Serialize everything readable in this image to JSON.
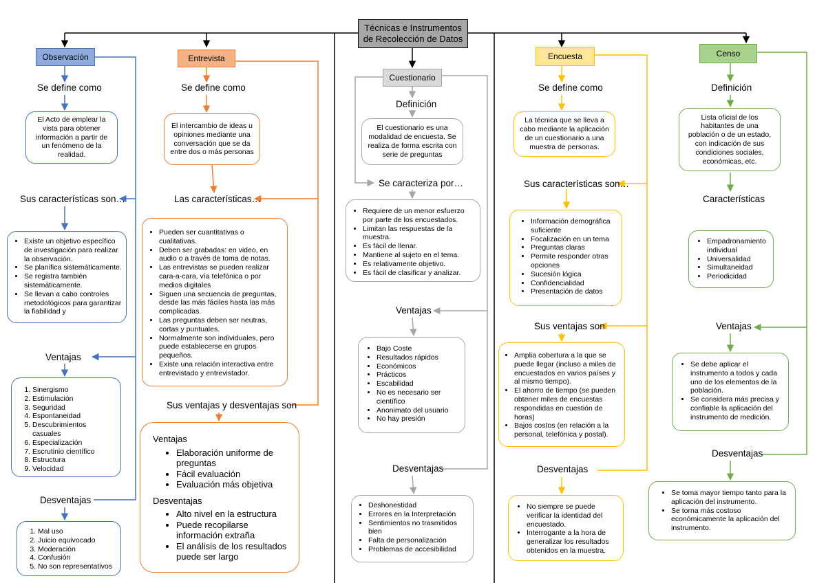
{
  "title": "Técnicas e Instrumentos de Recolección de Datos",
  "colors": {
    "blue": "#4472c4",
    "orange": "#ed7d31",
    "gray": "#a6a6a6",
    "yellow": "#ffc000",
    "green": "#70ad47"
  },
  "observacion": {
    "header": "Observación",
    "define_label": "Se define como",
    "definition": "El Acto de emplear la vista para obtener información a partir de un fenómeno de la realidad.",
    "char_label": "Sus características son…",
    "characteristics": [
      "Existe un objetivo específico de investigación para realizar la observación.",
      "Se planifica sistemáticamente.",
      "Se registra también sistemáticamente.",
      "Se llevan a cabo controles metodológicos para garantizar la fiabilidad y"
    ],
    "adv_label": "Ventajas",
    "advantages": [
      "Sinergismo",
      "Estimulación",
      "Seguridad",
      "Espontaneidad",
      "Descubrimientos casuales",
      "Especialización",
      "Escrutinio científico",
      "Estructura",
      "Velocidad"
    ],
    "dis_label": "Desventajas",
    "disadvantages": [
      "Mal uso",
      "Juicio equivocado",
      "Moderación",
      "Confusión",
      "No son representativos"
    ]
  },
  "entrevista": {
    "header": "Entrevista",
    "define_label": "Se define como",
    "definition": "El intercambio de ideas u opiniones mediante una conversación que se da entre dos o más personas",
    "char_label": "Las características…",
    "characteristics": [
      "Pueden ser cuantitativas o cualitativas.",
      "Deben ser grabadas: en video, en audio o a través de toma de notas.",
      "Las entrevistas se pueden realizar cara-a-cara, vía telefónica o por medios digitales",
      "Siguen una secuencia de preguntas, desde las más fáciles hasta las más complicadas.",
      "Las preguntas deben ser neutras, cortas y puntuales.",
      "Normalmente son individuales, pero puede establecerse en grupos pequeños.",
      "Existe una relación interactiva entre entrevistado y entrevistador."
    ],
    "vd_label": "Sus ventajas y desventajas son",
    "adv_title": "Ventajas",
    "advantages": [
      "Elaboración uniforme de preguntas",
      "Fácil evaluación",
      "Evaluación más objetiva"
    ],
    "dis_title": "Desventajas",
    "disadvantages": [
      "Alto nivel en la estructura",
      "Puede recopilarse información extraña",
      "El análisis de los resultados puede ser largo"
    ]
  },
  "cuestionario": {
    "header": "Cuestionario",
    "def_label": "Definición",
    "definition": "El cuestionario es una modalidad de encuesta. Se realiza de forma escrita con serie de preguntas",
    "char_label": "Se caracteriza por…",
    "characteristics": [
      "Requiere de un menor esfuerzo por parte de los encuestados.",
      "Limitan las respuestas de la muestra.",
      "Es fácil de llenar.",
      "Mantiene al sujeto en el tema.",
      "Es relativamente objetivo.",
      "Es fácil de clasificar y analizar."
    ],
    "adv_label": "Ventajas",
    "advantages": [
      "Bajo Coste",
      "Resultados rápidos",
      "Económicos",
      "Prácticos",
      "Escabilidad",
      "No es necesario ser científico",
      "Anonimato del usuario",
      "No hay presión"
    ],
    "dis_label": "Desventajas",
    "disadvantages": [
      "Deshonestidad",
      "Errores en la Interpretación",
      "Sentimientos no trasmitidos bien",
      "Falta de personalización",
      "Problemas de accesibilidad"
    ]
  },
  "encuesta": {
    "header": "Encuesta",
    "define_label": "Se define como",
    "definition": "La técnica que se lleva a cabo mediante la aplicación de un cuestionario a una muestra de personas.",
    "char_label": "Sus características son…",
    "characteristics": [
      "Información demográfica suficiente",
      "Focalización en un tema",
      "Preguntas claras",
      "Permite responder otras opciones",
      "Sucesión lógica",
      "Confidencialidad",
      "Presentación de datos"
    ],
    "adv_label": "Sus ventajas son",
    "advantages": [
      "Amplia cobertura a la que se puede llegar (incluso a miles de encuestados en varios países y al mismo tiempo).",
      "El ahorro de tiempo (se pueden obtener miles de encuestas respondidas en cuestión de horas)",
      "Bajos costos (en relación a la personal, telefónica y postal)."
    ],
    "dis_label": "Desventajas",
    "disadvantages": [
      "No siempre se puede verificar la identidad del encuestado.",
      "Interrogante a la hora de generalizar los resultados obtenidos en la muestra."
    ]
  },
  "censo": {
    "header": "Censo",
    "def_label": "Definición",
    "definition": "Lista oficial de los habitantes de una población o de un estado, con indicación de sus condiciones sociales, económicas, etc.",
    "char_label": "Características",
    "characteristics": [
      "Empadronamiento individual",
      "Universalidad",
      "Simultaneidad",
      "Periodicidad"
    ],
    "adv_label": "Ventajas",
    "advantages": [
      "Se debe aplicar el instrumento a todos y cada uno de los elementos de la población.",
      "Se considera más precisa y confiable la aplicación del instrumento de medición."
    ],
    "dis_label": "Desventajas",
    "disadvantages": [
      "Se toma mayor tiempo tanto para la aplicación del instrumento.",
      "Se torna más costoso económicamente la aplicación del instrumento."
    ]
  }
}
